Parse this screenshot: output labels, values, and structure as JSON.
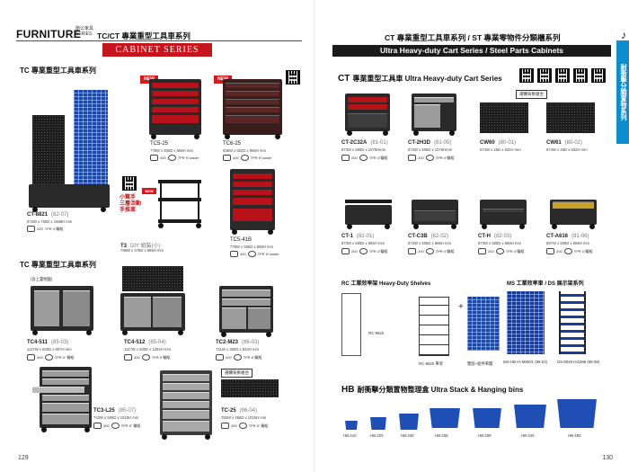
{
  "left_page": {
    "brand": "FURNITURE",
    "brand_sub_1": "辦公家具",
    "brand_sub_2": "SERIES",
    "header_title": "TC/CT 專業重型工具車系列",
    "banner": "CABINET SERIES",
    "section1_title": "TC 專業重型工具車系列",
    "section2_title": "TC 專業重型工具車系列",
    "new_label": "NEW",
    "small_new_label": "NEW",
    "callout_cn": "小幫手",
    "callout_cn2": "三層活動",
    "callout_cn3": "手推車",
    "products": [
      {
        "code": "CT-8821",
        "num": "(82-07)",
        "dims": "873W x 706D x 1668H mm",
        "badge": "200",
        "tpr": "TPR 4\"輪組"
      },
      {
        "code": "TC5-25",
        "num": "",
        "dims": "778W x 500D x 985H mm",
        "badge": "400",
        "tpr": "TPR 5\"caster"
      },
      {
        "code": "TC6-25",
        "num": "",
        "dims": "936W x 502D x 985H mm",
        "badge": "400",
        "tpr": "TPR 5\"caster"
      },
      {
        "code": "T3",
        "num": "DIY 組裝(小)",
        "dims": "796W x 478D x 985H mm",
        "badge": "",
        "tpr": ""
      },
      {
        "code": "TC5-41B",
        "num": "",
        "dims": "778W x 506D x 986H mm",
        "badge": "400",
        "tpr": "TPR 5\"caster"
      },
      {
        "code": "TC4-511",
        "num": "(85-03)",
        "dims": "1117W x 630D x 857H mm",
        "badge": "400",
        "tpr": "TPR 5\" 輪組"
      },
      {
        "code": "TC4-512",
        "num": "(85-04)",
        "dims": "1117W x 630D x 1292H mm",
        "badge": "400",
        "tpr": "TPR 5\"輪組"
      },
      {
        "code": "TC2-M23",
        "num": "(86-03)",
        "dims": "741W x 460D x 820H mm",
        "badge": "400",
        "tpr": "TPR 5\"輪組"
      },
      {
        "code": "TC3-L25",
        "num": "(85-07)",
        "dims": "743W x 506D x 1010H mm",
        "badge": "400",
        "tpr": "TPR 5\" 輪組"
      },
      {
        "code": "TC-25",
        "num": "(86-04)",
        "dims": "765W x 466D x 1015H mm",
        "badge": "400",
        "tpr": "TPR 5\" 輪組"
      }
    ],
    "combo_label": "選購背掛組合",
    "option_label": "(含上置物盤)",
    "page_number": "129"
  },
  "right_page": {
    "header_cn": "CT 專業重型工具車系列 / ST 專業零物件分類櫃系列",
    "banner": "Ultra Heavy-duty Cart Series / Steel Parts Cabinets",
    "section_title_prefix": "CT",
    "section_title": "專業重型工具車 Ultra Heavy-duty Cart Series",
    "side_tab": "耐衝擊分類置物系列",
    "combo_label": "選購背掛組合",
    "products": [
      {
        "code": "CT-2C32A",
        "num": "(81-01)",
        "dims": "873W x 505D x 1075Hmm",
        "badge": "200",
        "tpr": "TPR 4\"輪組"
      },
      {
        "code": "CT-2H3D",
        "num": "(81-05)",
        "dims": "873W x 505D x 1075Hmm",
        "badge": "200",
        "tpr": "TPR 4\"輪組"
      },
      {
        "code": "CW60",
        "num": "(80-01)",
        "dims": "674W x 25D x 632H mm",
        "badge": "",
        "tpr": ""
      },
      {
        "code": "CW61",
        "num": "(80-02)",
        "dims": "674W x 25D x 632H mm",
        "badge": "",
        "tpr": ""
      },
      {
        "code": "CT-1",
        "num": "(82-01)",
        "dims": "873W x 505D x 886H mm",
        "badge": "200",
        "tpr": "TPR 4\"輪組"
      },
      {
        "code": "CT-C3B",
        "num": "(82-02)",
        "dims": "873W x 505D x 886H mm",
        "badge": "200",
        "tpr": "TPR 4\"輪組"
      },
      {
        "code": "CT-H",
        "num": "(82-03)",
        "dims": "873W x 505D x 886H mm",
        "badge": "200",
        "tpr": "TPR 4\"輪組"
      },
      {
        "code": "CT-A616",
        "num": "(81-06)",
        "dims": "857W x 506D x 886H mm",
        "badge": "200",
        "tpr": "TPR 4\"輪組"
      }
    ],
    "rc_title": "RC 工業效率架 Heavy-Duty Shelves",
    "ms_title": "MS 工業效率車 / DS 展示架系列",
    "rc_items": [
      "RC-9520",
      "RC-9520 單架",
      "雙面+組件單層"
    ],
    "ms_items": [
      "MS-HB+H-M8001 (86-03)",
      "DS-8045+H1088 (86-08)"
    ],
    "hb_prefix": "HB",
    "hb_title": "耐衝擊分類置物整理盒 Ultra Stack & Hanging bins",
    "hb_bins": [
      "HB-210",
      "HB-220",
      "HB-230",
      "HB-235",
      "HB-239",
      "HB-240",
      "HB-250"
    ],
    "page_number": "130"
  }
}
